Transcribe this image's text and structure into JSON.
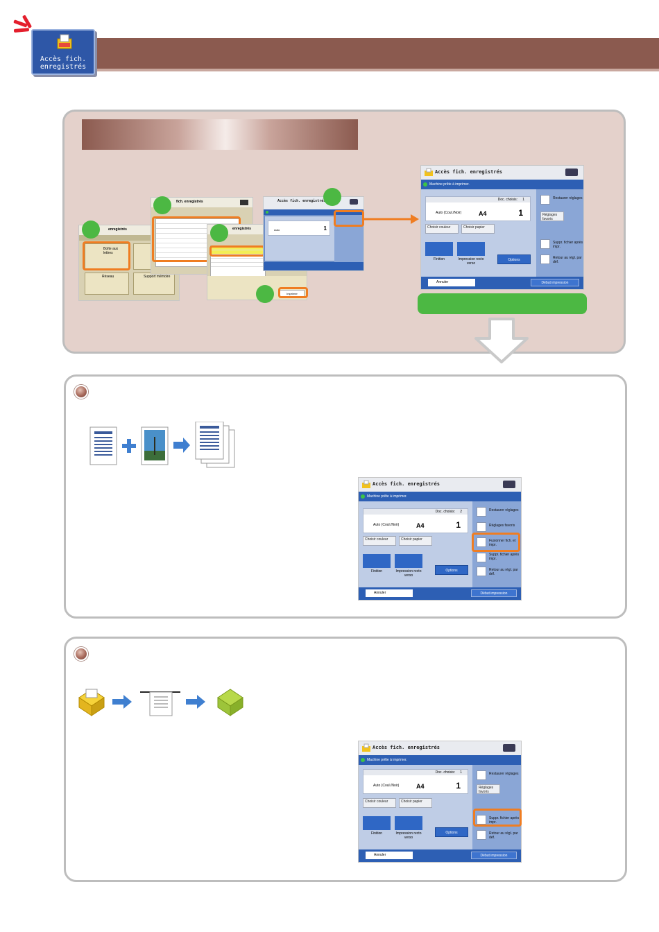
{
  "header": {
    "app_label_line1": "Accès fich.",
    "app_label_line2": "enregistrés",
    "icon": "folder-printer-icon"
  },
  "screens": {
    "title": "Accès fich. enregistrés",
    "status": "Machine prête à imprimer.",
    "doc_selected_label": "Doc. choisis:",
    "doc_selected_count_1": "1",
    "doc_selected_count_2": "2",
    "color_mode": "Auto (Coul./Noir)",
    "paper_size": "A4",
    "copies": "1",
    "auto_label": "Auto",
    "choose_color": "Choisir couleur",
    "choose_paper": "Choisir papier",
    "finishing": "Finition",
    "duplex": "Impression recto verso",
    "options": "Options",
    "restore_settings": "Restaurer réglages",
    "favorites": "Réglages favoris",
    "merge_print": "Fusionner fich. et impr.",
    "delete_after_print": "Suppr. fichier après impr.",
    "reset_default": "Retour au régl. par déf.",
    "cancel": "Annuler",
    "start_print": "Début impression",
    "thumb_title_a": "enregistrés",
    "thumb_title_b": "fich. enregistrés",
    "thumb_title_c": "enregistrés",
    "mail_box": "Boîte aux lettres",
    "network": "Réseau",
    "memory_media": "Support mémoire",
    "print_label": "Imprimer",
    "highlight_color": "#ef7d22",
    "accent_green": "#4cb843"
  }
}
